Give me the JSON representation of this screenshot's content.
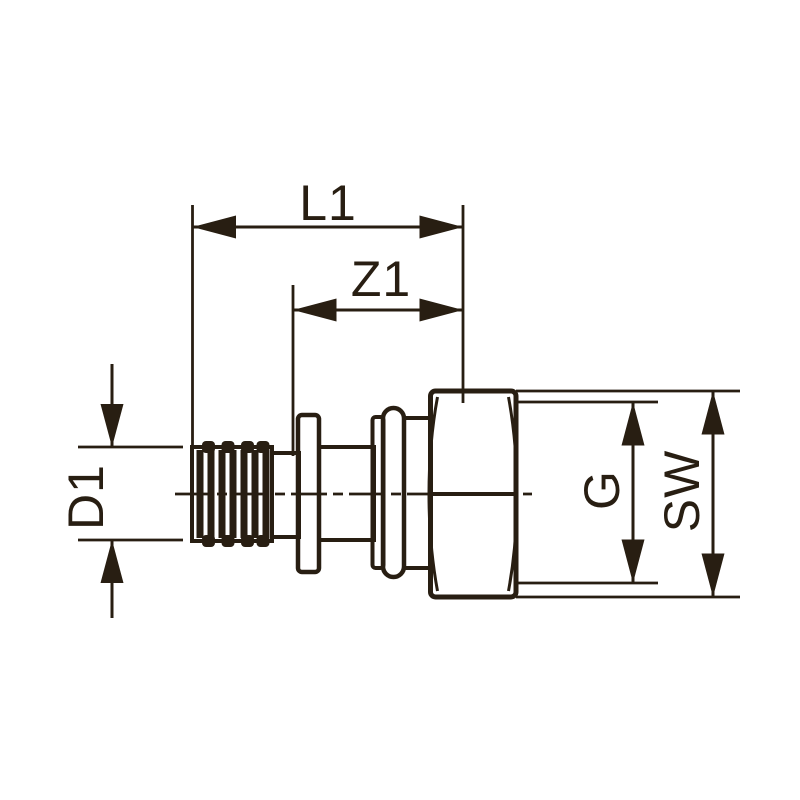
{
  "drawing": {
    "background_color": "#ffffff",
    "line_color": "#281e12",
    "labels": {
      "l1": "L1",
      "z1": "Z1",
      "d1": "D1",
      "g": "G",
      "sw": "SW"
    }
  }
}
